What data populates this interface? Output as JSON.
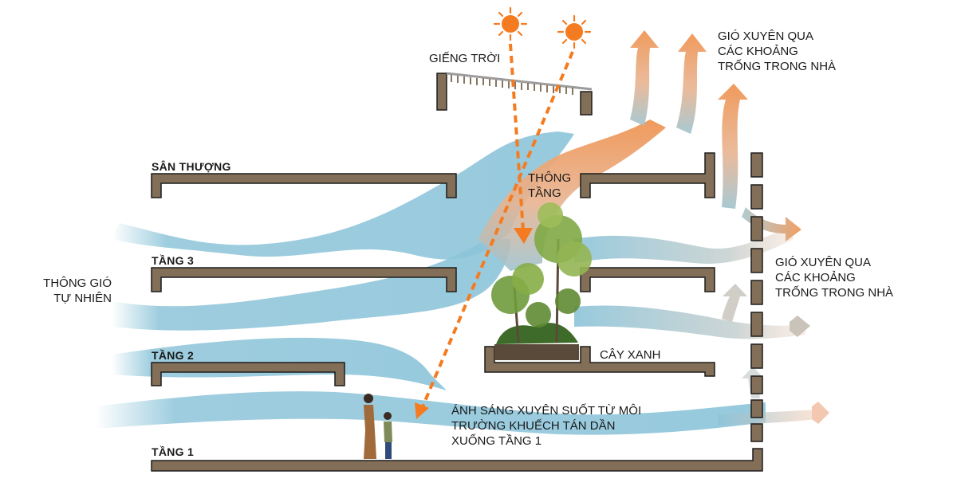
{
  "colors": {
    "wall": "#836f58",
    "wall_stroke": "#1d1d1d",
    "wind_blue": "#8cc4d9",
    "wind_orange": "#f0a36b",
    "sun": "#f47b20",
    "light_ray": "#f47b20"
  },
  "labels": {
    "skylight": "GIẾNG TRỜI",
    "rooftop": "SÂN THƯỢNG",
    "floor3": "TẦNG 3",
    "floor2": "TẦNG 2",
    "floor1": "TẦNG 1",
    "void": [
      "THÔNG",
      "TẦNG"
    ],
    "natural_ventilation": [
      "THÔNG GIÓ",
      "TỰ NHIÊN"
    ],
    "trees": "CÂY XANH",
    "wind_top": [
      "GIÓ XUYÊN QUA",
      "CÁC KHOẢNG",
      "TRỐNG TRONG NHÀ"
    ],
    "wind_right": [
      "GIÓ XUYÊN QUA",
      "CÁC KHOẢNG",
      "TRỐNG TRONG NHÀ"
    ],
    "light_note": [
      "ÁNH SÁNG XUYÊN SUỐT TỪ MÔI",
      "TRƯỜNG KHUẾCH TÁN DẦN",
      "XUỐNG TẦNG 1"
    ]
  },
  "icons": {
    "sun": "sun-icon",
    "tree": "tree-icon",
    "people": "people-figure"
  }
}
